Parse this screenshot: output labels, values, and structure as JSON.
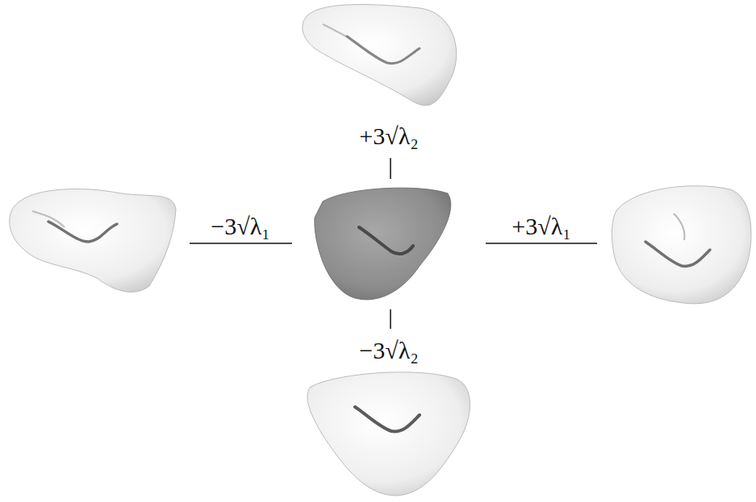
{
  "diagram": {
    "labels": [
      "+3√λ₂",
      "−3√λ₁",
      "+3√λ₁",
      "−3√λ₂"
    ]
  }
}
